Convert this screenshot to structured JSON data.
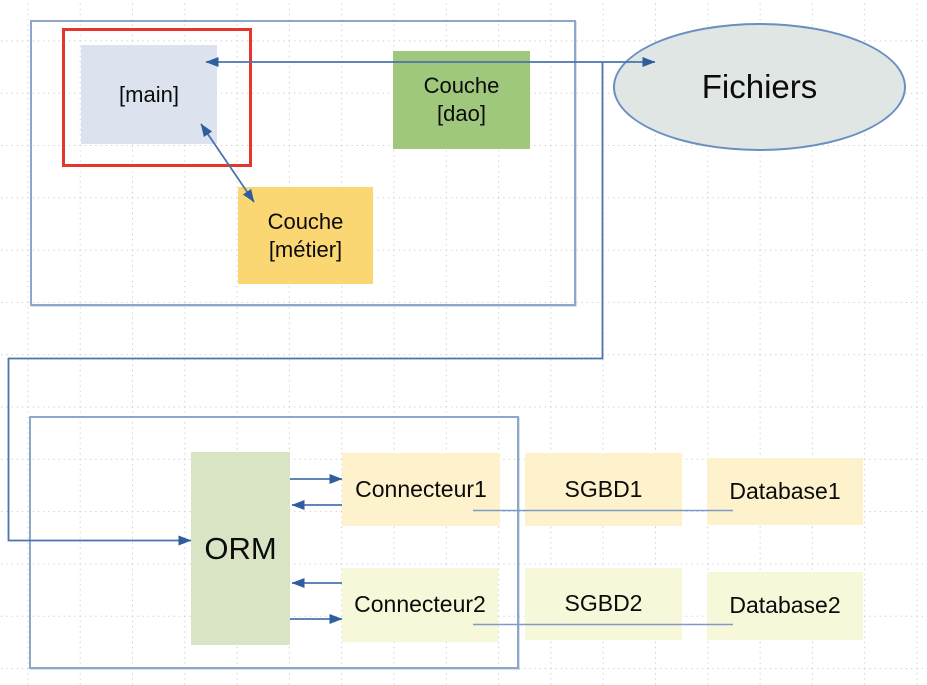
{
  "labels": {
    "main": "[main]",
    "dao": "Couche\n[dao]",
    "metier": "Couche\n[métier]",
    "fichiers": "Fichiers",
    "orm": "ORM",
    "connecteur1": "Connecteur1",
    "sgbd1": "SGBD1",
    "database1": "Database1",
    "connecteur2": "Connecteur2",
    "sgbd2": "SGBD2",
    "database2": "Database2"
  },
  "colors": {
    "connector_blue": "#4a74ae",
    "arrowhead_blue": "#2e5e9e",
    "db_line": "#7e9ac8",
    "group_border": "#8da7cb",
    "highlight_red": "#e8352b",
    "ellipse_border": "#6b8fc0",
    "main_fill": "#dce2ee",
    "dao_fill": "#a0c87c",
    "metier_fill": "#fbd774",
    "fichiers_fill": "#dfe6e4",
    "orm_fill": "#d8e4c3",
    "row1_fill": "#fdf2cb",
    "row2_fill": "#f6f8d9"
  }
}
